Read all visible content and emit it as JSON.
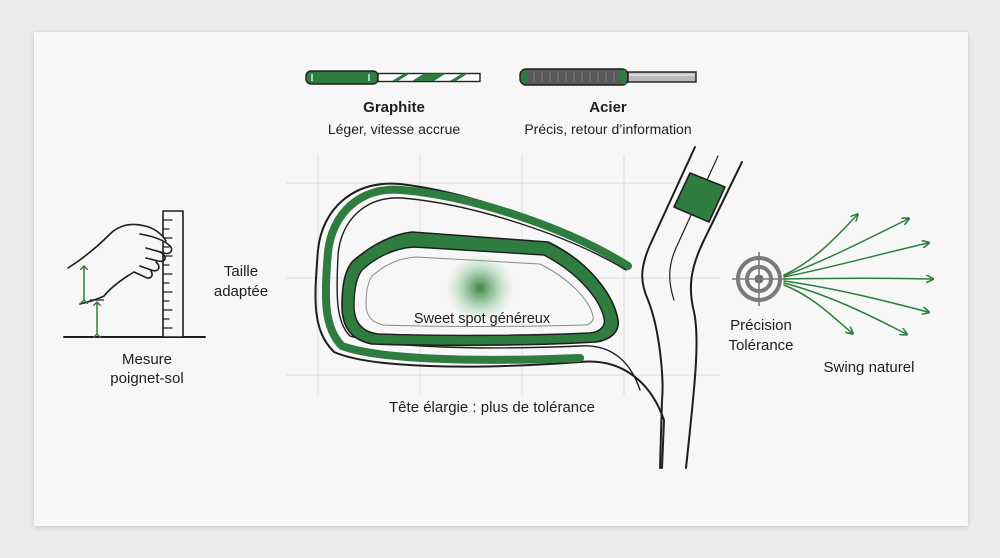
{
  "colors": {
    "accent": "#2e7d3e",
    "accent_dark": "#1f5c2c",
    "line": "#3a3a3a",
    "grid": "#d9d9d9",
    "card": "#f7f7f7"
  },
  "icons": [
    "ruler-hand-icon",
    "graphite-shaft-icon",
    "steel-shaft-icon",
    "iron-head-icon",
    "target-icon",
    "swing-arrows-icon"
  ],
  "shafts": {
    "graphite": {
      "title": "Graphite",
      "desc": "Léger, vitesse accrue"
    },
    "steel": {
      "title": "Acier",
      "desc": "Précis, retour d’information"
    }
  },
  "measure": {
    "line1": "Mesure",
    "line2": "poignet-sol"
  },
  "size": {
    "line1": "Taille",
    "line2": "adaptée"
  },
  "head": {
    "sweet_spot": "Sweet spot généreux",
    "caption": "Tête élargie : plus de tolérance"
  },
  "precision": {
    "line1": "Précision",
    "line2": "Tolérance"
  },
  "swing": "Swing naturel"
}
